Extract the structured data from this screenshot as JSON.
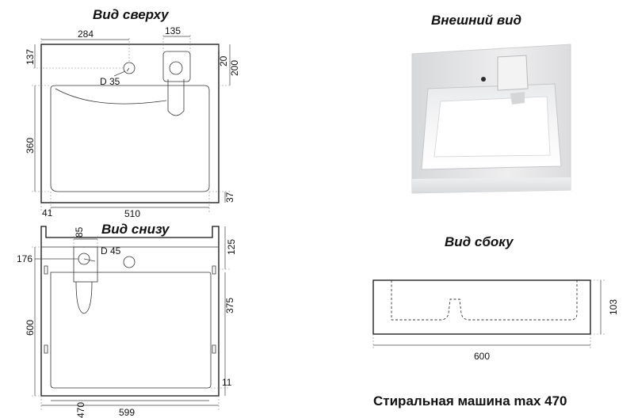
{
  "views": {
    "top": "Вид сверху",
    "exterior": "Внешний вид",
    "bottom": "Вид снизу",
    "side": "Вид сбоку"
  },
  "caption": "Стиральная машина max 470",
  "top_view": {
    "dim_284": "284",
    "dim_135": "135",
    "dim_137": "137",
    "dim_20": "20",
    "dim_200": "200",
    "dim_360": "360",
    "dim_37": "37",
    "dim_41": "41",
    "dim_510": "510",
    "hole_label": "D 35"
  },
  "bottom_view": {
    "dim_85": "85",
    "dim_176": "176",
    "dim_125": "125",
    "dim_375": "375",
    "dim_600": "600",
    "dim_11": "11",
    "dim_470": "470",
    "dim_599": "599",
    "hole_label": "D 45"
  },
  "side_view": {
    "dim_103": "103",
    "dim_600": "600"
  },
  "colors": {
    "line": "#111111",
    "background": "#ffffff"
  }
}
